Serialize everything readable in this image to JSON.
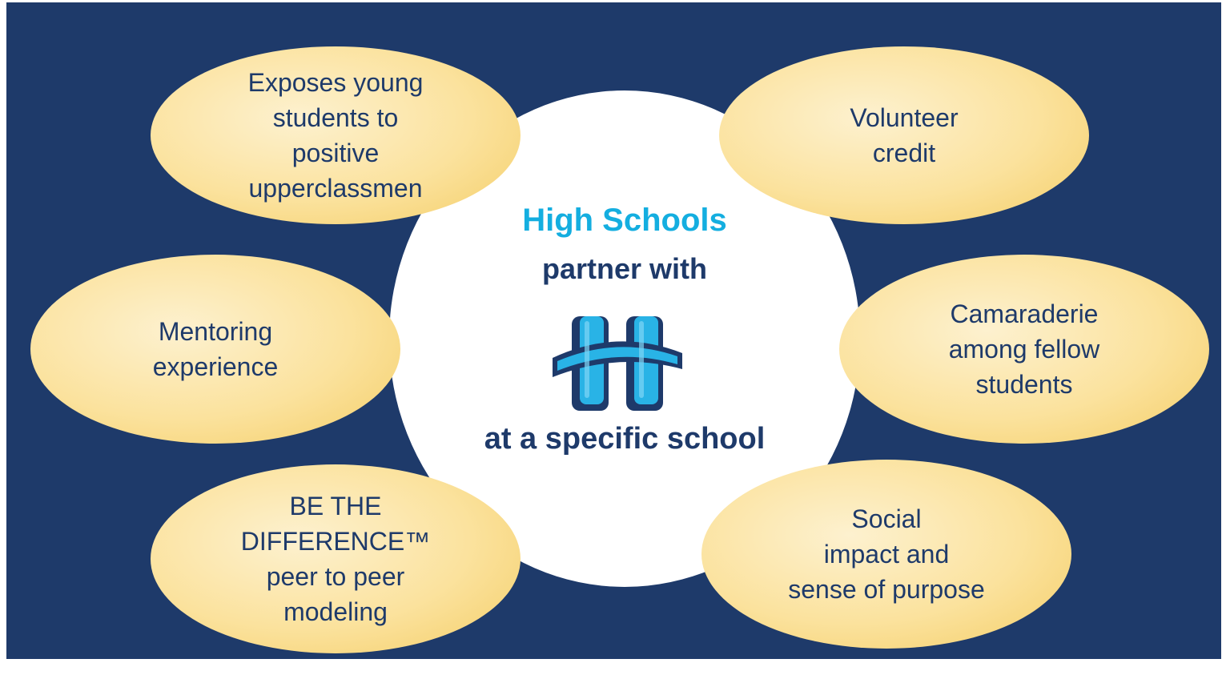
{
  "colors": {
    "background": "#1e3a6a",
    "accent": "#14aee0",
    "bubble": "#f9dc8a"
  },
  "center": {
    "title": "High Schools",
    "subtitle": "partner with",
    "footer": "at a specific school",
    "logo_icon": "h-logo-icon"
  },
  "bubbles": [
    {
      "lines": [
        "Exposes young",
        "students to",
        "positive",
        "upperclassmen"
      ]
    },
    {
      "lines": [
        "Volunteer",
        "credit"
      ]
    },
    {
      "lines": [
        "Mentoring",
        "experience"
      ]
    },
    {
      "lines": [
        "Camaraderie",
        "among fellow",
        "students"
      ]
    },
    {
      "lines": [
        "BE THE",
        "DIFFERENCE™",
        "peer to peer",
        "modeling"
      ]
    },
    {
      "lines": [
        "Social",
        "impact and",
        "sense of purpose"
      ]
    }
  ]
}
